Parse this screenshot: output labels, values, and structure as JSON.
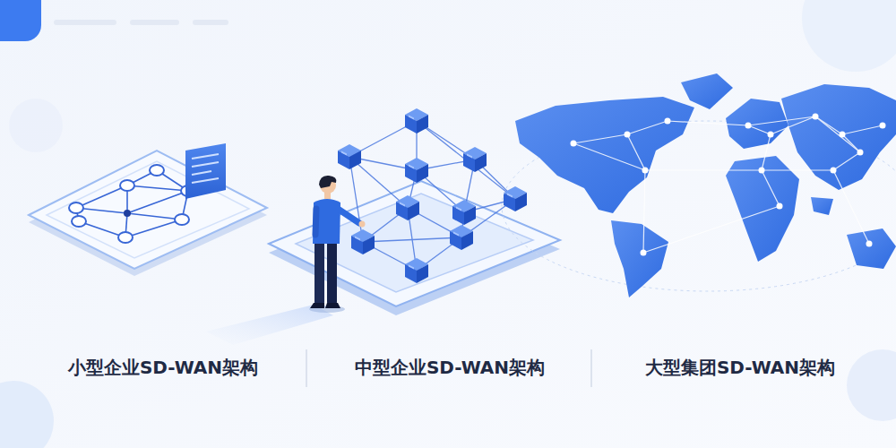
{
  "diagram": {
    "labels": [
      "小型企业SD-WAN架构",
      "中型企业SD-WAN架构",
      "大型集团SD-WAN架构"
    ]
  }
}
